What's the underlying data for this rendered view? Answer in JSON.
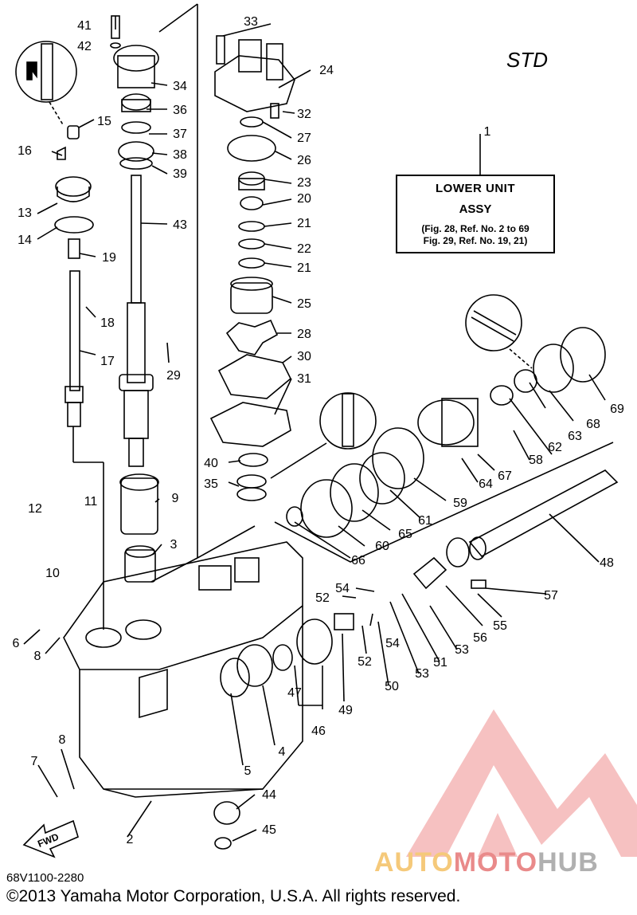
{
  "header": {
    "std_label": "STD"
  },
  "assy_box": {
    "line1": "LOWER UNIT",
    "line2": "ASSY",
    "line3": "(Fig. 28, Ref. No. 2 to 69",
    "line4": "Fig. 29, Ref. No. 19, 21)"
  },
  "callouts": [
    "1",
    "2",
    "3",
    "4",
    "5",
    "6",
    "7",
    "8",
    "8",
    "9",
    "10",
    "11",
    "12",
    "13",
    "14",
    "15",
    "16",
    "17",
    "18",
    "19",
    "20",
    "21",
    "21",
    "22",
    "23",
    "24",
    "25",
    "26",
    "27",
    "28",
    "29",
    "30",
    "31",
    "32",
    "33",
    "34",
    "35",
    "36",
    "37",
    "38",
    "39",
    "40",
    "41",
    "42",
    "43",
    "44",
    "45",
    "46",
    "47",
    "48",
    "49",
    "50",
    "51",
    "52",
    "52",
    "53",
    "53",
    "54",
    "54",
    "55",
    "56",
    "57",
    "58",
    "59",
    "60",
    "61",
    "62",
    "63",
    "64",
    "65",
    "66",
    "67",
    "68",
    "69"
  ],
  "fwd_label": "FWD",
  "inset_icons": [
    "grease-m-icon",
    "grease-e-icon",
    "locking-c-icon"
  ],
  "footer": {
    "code": "68V1100-2280",
    "copyright": "©2013 Yamaha Motor Corporation, U.S.A. All rights reserved."
  },
  "watermark": {
    "part1": "AUTO",
    "part2": "MOTO",
    "part3": "HUB",
    "colors": [
      "#f5c97a",
      "#e98a8a",
      "#b0b0b0"
    ]
  }
}
